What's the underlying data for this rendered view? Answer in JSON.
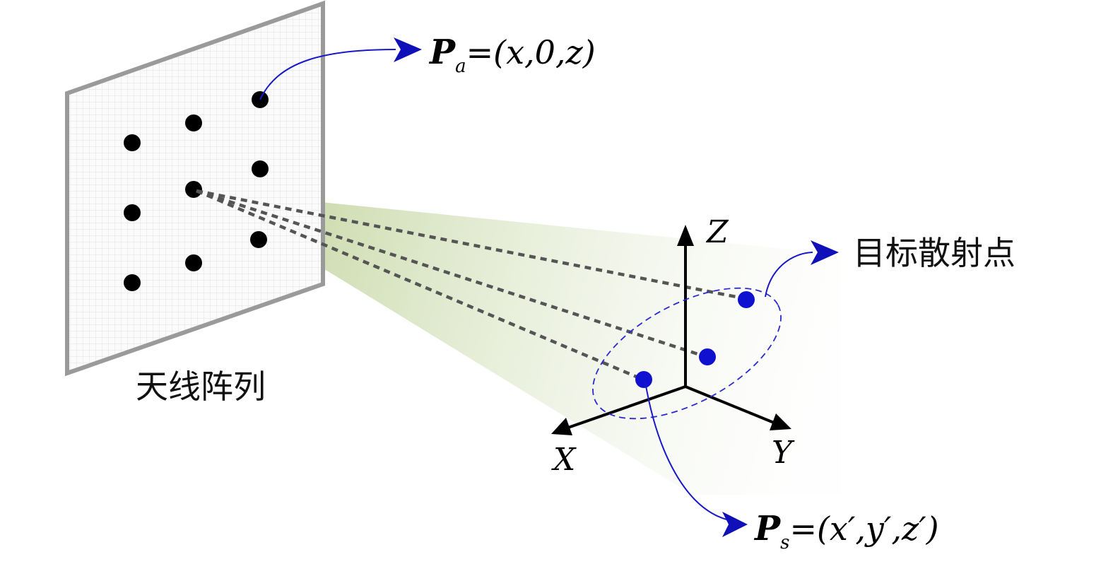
{
  "labels": {
    "antenna_array": "天线阵列",
    "target_points": "目标散射点",
    "axis_x": "X",
    "axis_y": "Y",
    "axis_z": "Z"
  },
  "formulas": {
    "pa": {
      "symbol": "P",
      "subscript": "a",
      "rhs": "=(x,0,z)"
    },
    "ps": {
      "symbol": "P",
      "subscript": "s",
      "rhs": "=(x′,y′,z′)"
    }
  },
  "colors": {
    "panel_border": "#9a9a9a",
    "panel_grid": "#e2e2e2",
    "element": "#000000",
    "scatter_point": "#1010d0",
    "callout_line": "#1818c8",
    "arrow_head": "#1010b8",
    "beam": "#b8cc8c",
    "path_line": "#555555",
    "axis": "#000000"
  },
  "icons": {
    "callout_arrow": "arrow-right-icon"
  }
}
